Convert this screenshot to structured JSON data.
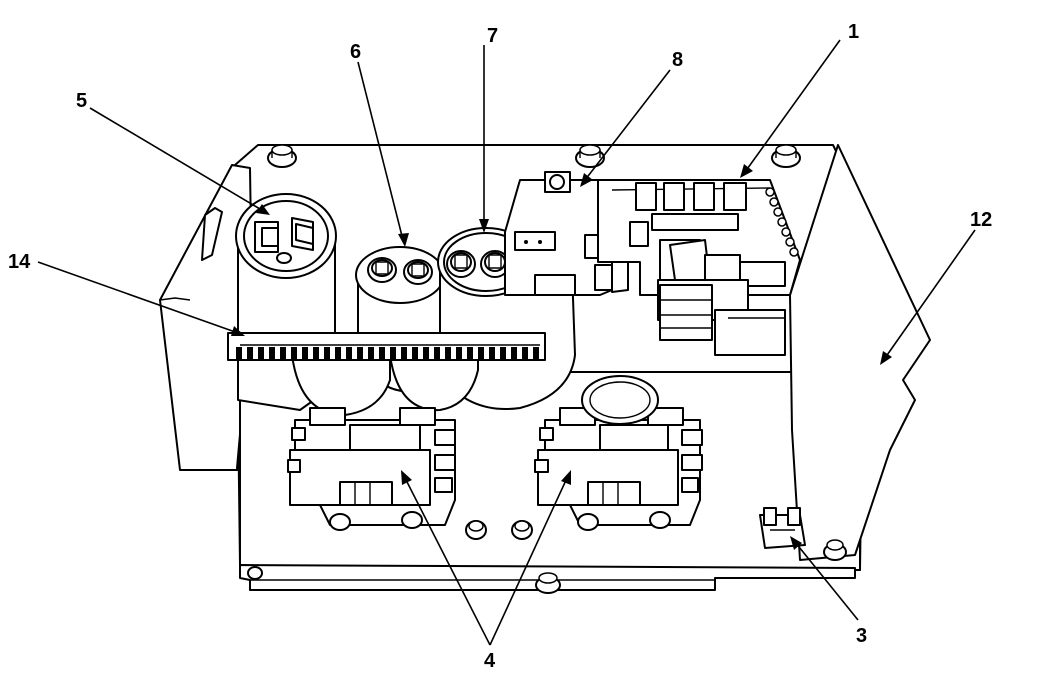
{
  "callouts": {
    "c1": "1",
    "c3": "3",
    "c4": "4",
    "c5": "5",
    "c6": "6",
    "c7": "7",
    "c8": "8",
    "c12": "12",
    "c14": "14"
  }
}
